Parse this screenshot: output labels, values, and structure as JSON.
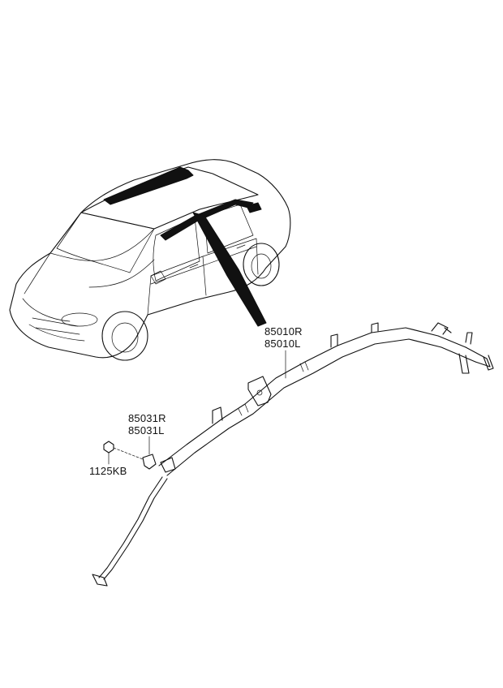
{
  "parts": {
    "airbag_right": "85010R",
    "airbag_left": "85010L",
    "bracket_right": "85031R",
    "bracket_left": "85031L",
    "bolt": "1125KB"
  }
}
